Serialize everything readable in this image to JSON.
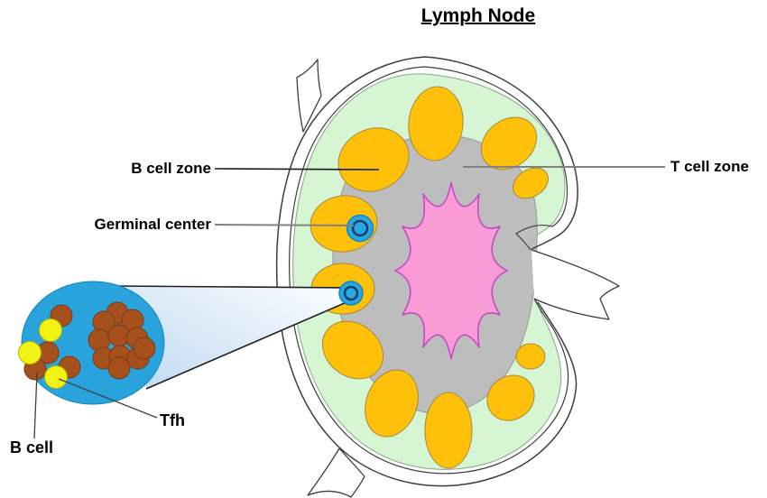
{
  "title": "Lymph Node",
  "labels": {
    "b_cell_zone": "B cell zone",
    "germinal_center": "Germinal center",
    "t_cell_zone": "T cell zone",
    "tfh": "Tfh",
    "b_cell": "B cell"
  },
  "colors": {
    "capsule_outline": "#3d3d3d",
    "cortex_fill": "#d6f5d3",
    "cortex_outline": "#86a886",
    "paracortex_fill": "#bdbdbd",
    "paracortex_outline": "#989898",
    "medulla_fill": "#f99bd4",
    "medulla_outline": "#c543c5",
    "follicle_fill": "#ffc00a",
    "follicle_outline": "#a38a3d",
    "germinal_center_fill": "#29a7df",
    "germinal_center_ring": "#173d6e",
    "inset_circle_fill": "#29a3dc",
    "b_cell_fill": "#a6501e",
    "b_cell_outline": "#7c3a12",
    "tfh_fill": "#f2f215",
    "tfh_outline": "#b5b500",
    "cone_fill_start": "#bed8f0",
    "cone_fill_end": "#f7fbff",
    "line_black": "#1a1a1a",
    "line_gray": "#828282"
  }
}
